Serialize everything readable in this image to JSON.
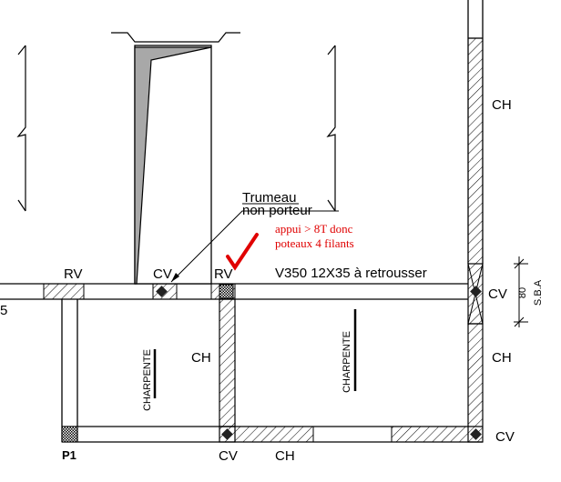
{
  "labels": {
    "ch_top_right": "CH",
    "rv_left": "RV",
    "cv_mid": "CV",
    "rv_mid": "RV",
    "beam_note": "V350 12X35 à retrousser",
    "trumeau_line1": "Trumeau",
    "trumeau_line2": "non porteur",
    "cv_right": "CV",
    "dim_80": "80",
    "sba": "S.B.A",
    "edge_5": "5",
    "ch_center": "CH",
    "ch_right_mid": "CH",
    "charpente_left": "CHARPENTE",
    "charpente_right": "CHARPENTE",
    "p1": "P1",
    "cv_bottom_mid": "CV",
    "ch_bottom": "CH",
    "cv_bottom_right": "CV"
  },
  "annotation": {
    "line1": "appui  >  8T donc",
    "line2": "poteaux 4 filants",
    "color": "#e00000"
  },
  "colors": {
    "ink": "#000000",
    "fill_grey": "#a8a8a8",
    "hatch": "#000000"
  }
}
